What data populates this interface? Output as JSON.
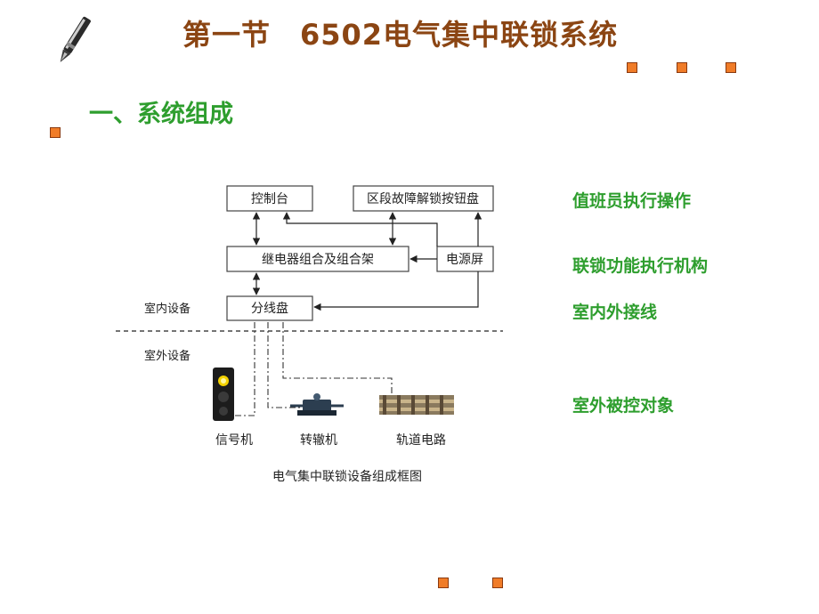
{
  "slide": {
    "title": "第一节　6502电气集中联锁系统",
    "subtitle": "一、系统组成"
  },
  "diagram": {
    "boxes": {
      "console": "控制台",
      "section_release": "区段故障解锁按钮盘",
      "relay_rack": "继电器组合及组合架",
      "power_panel": "电源屏",
      "distribution": "分线盘"
    },
    "zone_labels": {
      "indoor": "室内设备",
      "outdoor": "室外设备"
    },
    "devices": {
      "signal": "信号机",
      "switch_machine": "转辙机",
      "track_circuit": "轨道电路"
    },
    "caption": "电气集中联锁设备组成框图"
  },
  "side_notes": {
    "operator": "值班员执行操作",
    "interlock_mechanism": "联锁功能执行机构",
    "indoor_outdoor_wiring": "室内外接线",
    "controlled_objects": "室外被控对象"
  },
  "icons": {
    "pen": "pen-icon",
    "bullet": "square-bullet-icon"
  },
  "colors": {
    "title": "#8b4513",
    "accent_green": "#2e9e2e",
    "bullet_fill": "#f07c28"
  }
}
